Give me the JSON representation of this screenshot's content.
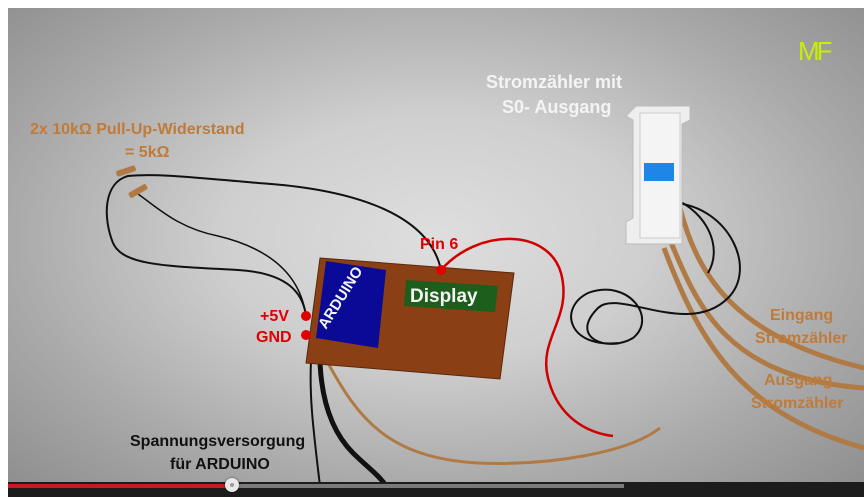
{
  "logo": {
    "text": "MF",
    "color": "#c8f000"
  },
  "labels": {
    "stromzaehler_line1": "Stromzähler mit",
    "stromzaehler_line2": "S0- Ausgang",
    "pullup_line1": "2x 10kΩ Pull-Up-Widerstand",
    "pullup_line2": "= 5kΩ",
    "pin6": "Pin 6",
    "plus5v": "+5V",
    "gnd": "GND",
    "arduino": "ARDUINO",
    "display": "Display",
    "eingang_line1": "Eingang",
    "eingang_line2": "Stromzähler",
    "ausgang_line1": "Ausgang",
    "ausgang_line2": "Stromzähler",
    "versorgung_line1": "Spannungsversorgung",
    "versorgung_line2": "für ARDUINO"
  },
  "colors": {
    "label_red": "#e00000",
    "label_brown": "#c07b3a",
    "label_white": "#f4f4f4",
    "board": "#8a3f14",
    "arduino_chip": "#0a0a96",
    "display_panel": "#1d5e1c",
    "cable_brown": "#b07a45",
    "wire_red": "#d00000",
    "wire_black": "#111111"
  },
  "video_progress": {
    "played_fraction": 0.262,
    "buffered_fraction": 0.72
  }
}
